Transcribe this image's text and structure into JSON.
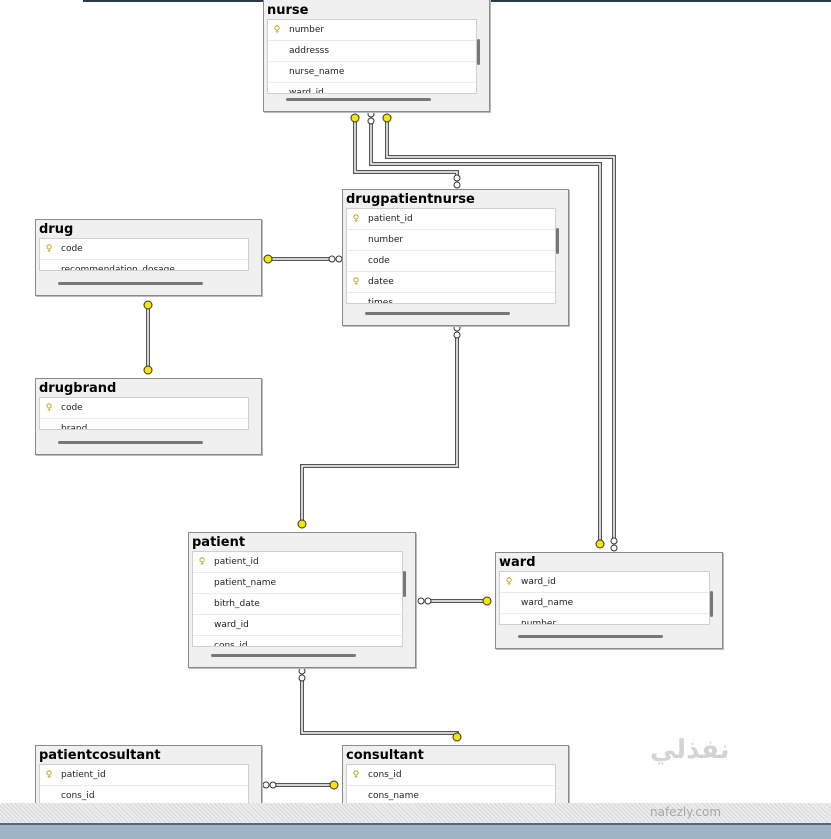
{
  "tables": [
    {
      "id": "nurse",
      "name": "nurse",
      "columns": [
        {
          "name": "number",
          "key": true
        },
        {
          "name": "addresss",
          "key": false
        },
        {
          "name": "nurse_name",
          "key": false
        },
        {
          "name": "ward_id",
          "key": false
        }
      ]
    },
    {
      "id": "dpn",
      "name": "drugpatientnurse",
      "columns": [
        {
          "name": "patient_id",
          "key": true
        },
        {
          "name": "number",
          "key": false
        },
        {
          "name": "code",
          "key": false
        },
        {
          "name": "datee",
          "key": true
        },
        {
          "name": "times",
          "key": false
        }
      ]
    },
    {
      "id": "drug",
      "name": "drug",
      "columns": [
        {
          "name": "code",
          "key": true
        },
        {
          "name": "recommendation_dosage",
          "key": false
        }
      ]
    },
    {
      "id": "drugbrand",
      "name": "drugbrand",
      "columns": [
        {
          "name": "code",
          "key": true
        },
        {
          "name": "brand",
          "key": false
        }
      ]
    },
    {
      "id": "patient",
      "name": "patient",
      "columns": [
        {
          "name": "patient_id",
          "key": true
        },
        {
          "name": "patient_name",
          "key": false
        },
        {
          "name": "bitrh_date",
          "key": false
        },
        {
          "name": "ward_id",
          "key": false
        },
        {
          "name": "cons_id",
          "key": false
        }
      ]
    },
    {
      "id": "ward",
      "name": "ward",
      "columns": [
        {
          "name": "ward_id",
          "key": true
        },
        {
          "name": "ward_name",
          "key": false
        },
        {
          "name": "number",
          "key": false
        }
      ]
    },
    {
      "id": "pc",
      "name": "patientcosultant",
      "columns": [
        {
          "name": "patient_id",
          "key": true
        },
        {
          "name": "cons_id",
          "key": false
        }
      ]
    },
    {
      "id": "cons",
      "name": "consultant",
      "columns": [
        {
          "name": "cons_id",
          "key": true
        },
        {
          "name": "cons_name",
          "key": false
        }
      ]
    }
  ],
  "watermark": {
    "arabic": "نفذلي",
    "latin": "nafezly.com"
  }
}
